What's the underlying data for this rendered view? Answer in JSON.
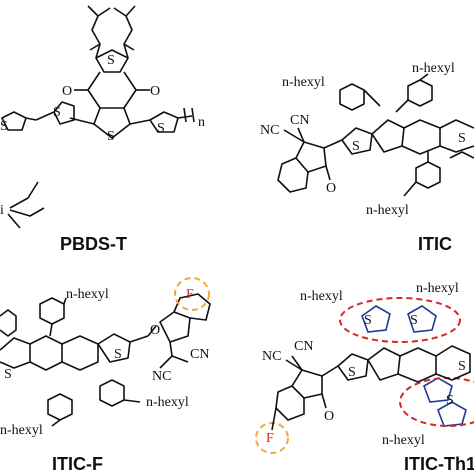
{
  "panels": {
    "pbds_t": {
      "title": "PBDS-T",
      "atoms": {
        "s_top": "S",
        "s_bottom": "S",
        "s_left": "S",
        "s_mid": "S",
        "s_right": "S",
        "o_left": "O",
        "o_right": "O",
        "n_sub": "n",
        "si_atom": "i"
      }
    },
    "itic": {
      "title": "ITIC",
      "sub_top_left": "n-hexyl",
      "sub_top_right": "n-hexyl",
      "sub_bottom": "n-hexyl",
      "atoms": {
        "nc_left": "NC",
        "cn_left": "CN",
        "o_left": "O",
        "s1": "S",
        "s2": "S"
      }
    },
    "itic_f": {
      "title": "ITIC-F",
      "sub_top": "n-hexyl",
      "sub_right": "n-hexyl",
      "sub_bottom": "n-hexyl",
      "atoms": {
        "f": "F",
        "o": "O",
        "cn_right": "CN",
        "nc_bottom": "NC",
        "s1": "S",
        "s2": "S"
      }
    },
    "itic_th": {
      "title": "ITIC-Th1",
      "sub_top": "n-hexyl",
      "sub_right": "n-hexyl",
      "sub_bottom": "n-hexyl",
      "atoms": {
        "nc": "NC",
        "cn": "CN",
        "o": "O",
        "f": "F",
        "s1": "S",
        "s2": "S",
        "s3": "S",
        "s4": "S",
        "s5": "S"
      }
    }
  },
  "colors": {
    "highlight_red": "#d62828",
    "highlight_orange": "#f2a83b",
    "thiophene_blue": "#1f3a93"
  }
}
